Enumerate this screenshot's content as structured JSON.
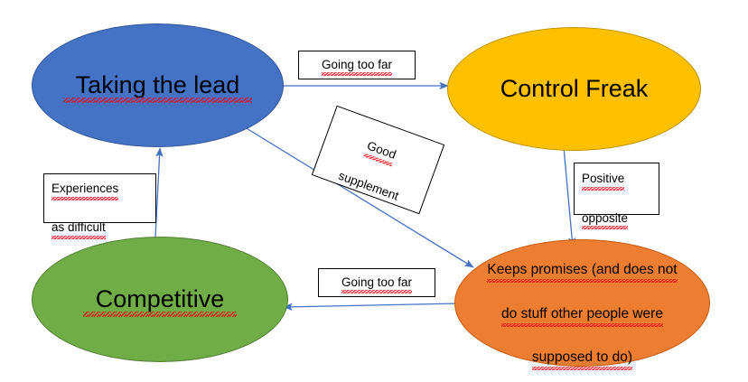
{
  "diagram": {
    "title": "Taking the lead / Control Freak / Competitive behaviour map",
    "background_color": "#FFFFFF",
    "arrow_color": "#4472C4",
    "spellcheck_underline_color": "#E8111B"
  },
  "nodes": [
    {
      "id": "taking-the-lead",
      "label": "Taking the lead",
      "fill": "#4472C4",
      "border": "#2F5597",
      "text_color": "#000000",
      "shape": "ellipse",
      "spellchecked": true
    },
    {
      "id": "control-freak",
      "label": "Control Freak",
      "fill": "#FFC000",
      "border": "#BF9000",
      "text_color": "#000000",
      "shape": "ellipse",
      "spellchecked": false
    },
    {
      "id": "competitive",
      "label": "Competitive",
      "fill": "#70AD47",
      "border": "#507E32",
      "text_color": "#000000",
      "shape": "ellipse",
      "spellchecked": true
    },
    {
      "id": "keeps-promises",
      "label": "Keeps promises (and does not\ndo stuff other people were\nsupposed to do)",
      "line1": "Keeps promises (and does not",
      "line2": "do stuff other people were",
      "line3": "supposed to do)",
      "fill": "#ED7D31",
      "border": "#C55A11",
      "text_color": "#000000",
      "shape": "ellipse",
      "spellchecked": true
    }
  ],
  "edge_labels": [
    {
      "id": "going-too-far-top",
      "text": "Going too far",
      "from": "taking-the-lead",
      "to": "control-freak",
      "rotated": false
    },
    {
      "id": "good-supplement",
      "line1": "Good",
      "line2": "supplement",
      "text": "Good\nsupplement",
      "from": "taking-the-lead",
      "to": "keeps-promises",
      "rotated": true,
      "rotation_deg": 20
    },
    {
      "id": "positive-opposite",
      "line1": "Positive",
      "line2": "opposite",
      "text": "Positive\nopposite",
      "from": "control-freak",
      "to": "keeps-promises",
      "rotated": false
    },
    {
      "id": "going-too-far-bottom",
      "text": "Going too far",
      "from": "keeps-promises",
      "to": "competitive",
      "rotated": false
    },
    {
      "id": "experiences-as-difficult",
      "line1": "Experiences",
      "line2": "as difficult",
      "text": "Experiences\nas difficult",
      "from": "competitive",
      "to": "taking-the-lead",
      "rotated": false
    }
  ],
  "arrows": [
    {
      "id": "arrow-lead-to-freak",
      "from": "taking-the-lead",
      "to": "control-freak",
      "direction": "right"
    },
    {
      "id": "arrow-lead-to-keeps-promises",
      "from": "taking-the-lead",
      "to": "keeps-promises",
      "direction": "down-right"
    },
    {
      "id": "arrow-freak-to-keeps-promises",
      "from": "control-freak",
      "to": "keeps-promises",
      "direction": "down"
    },
    {
      "id": "arrow-keeps-promises-to-competitive",
      "from": "keeps-promises",
      "to": "competitive",
      "direction": "left"
    },
    {
      "id": "arrow-competitive-to-lead",
      "from": "competitive",
      "to": "taking-the-lead",
      "direction": "up"
    }
  ]
}
